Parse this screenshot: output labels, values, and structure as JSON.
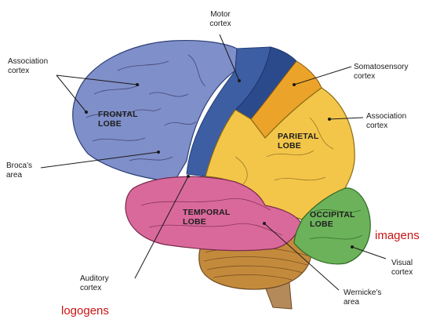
{
  "labels": {
    "motor_cortex": "Motor\ncortex",
    "association_cortex_left": "Association\ncortex",
    "somatosensory_cortex": "Somatosensory\ncortex",
    "association_cortex_right": "Association\ncortex",
    "brocas_area": "Broca's\narea",
    "auditory_cortex": "Auditory\ncortex",
    "wernickes_area": "Wernicke's\narea",
    "visual_cortex": "Visual\ncortex"
  },
  "lobes": {
    "frontal": "FRONTAL\nLOBE",
    "parietal": "PARIETAL\nLOBE",
    "temporal": "TEMPORAL\nLOBE",
    "occipital": "OCCIPITAL\nLOBE"
  },
  "annotations": {
    "imagens": "imagens",
    "logogens": "logogens"
  },
  "colors": {
    "frontal": "#7f8fc9",
    "motor": "#3d5ea3",
    "motor_dark": "#2b4a8c",
    "somatosensory": "#eba32a",
    "parietal": "#f3c64a",
    "temporal": "#d9699b",
    "occipital": "#6cb25a",
    "cerebellum": "#c48a3c",
    "annotation": "#c81414"
  }
}
